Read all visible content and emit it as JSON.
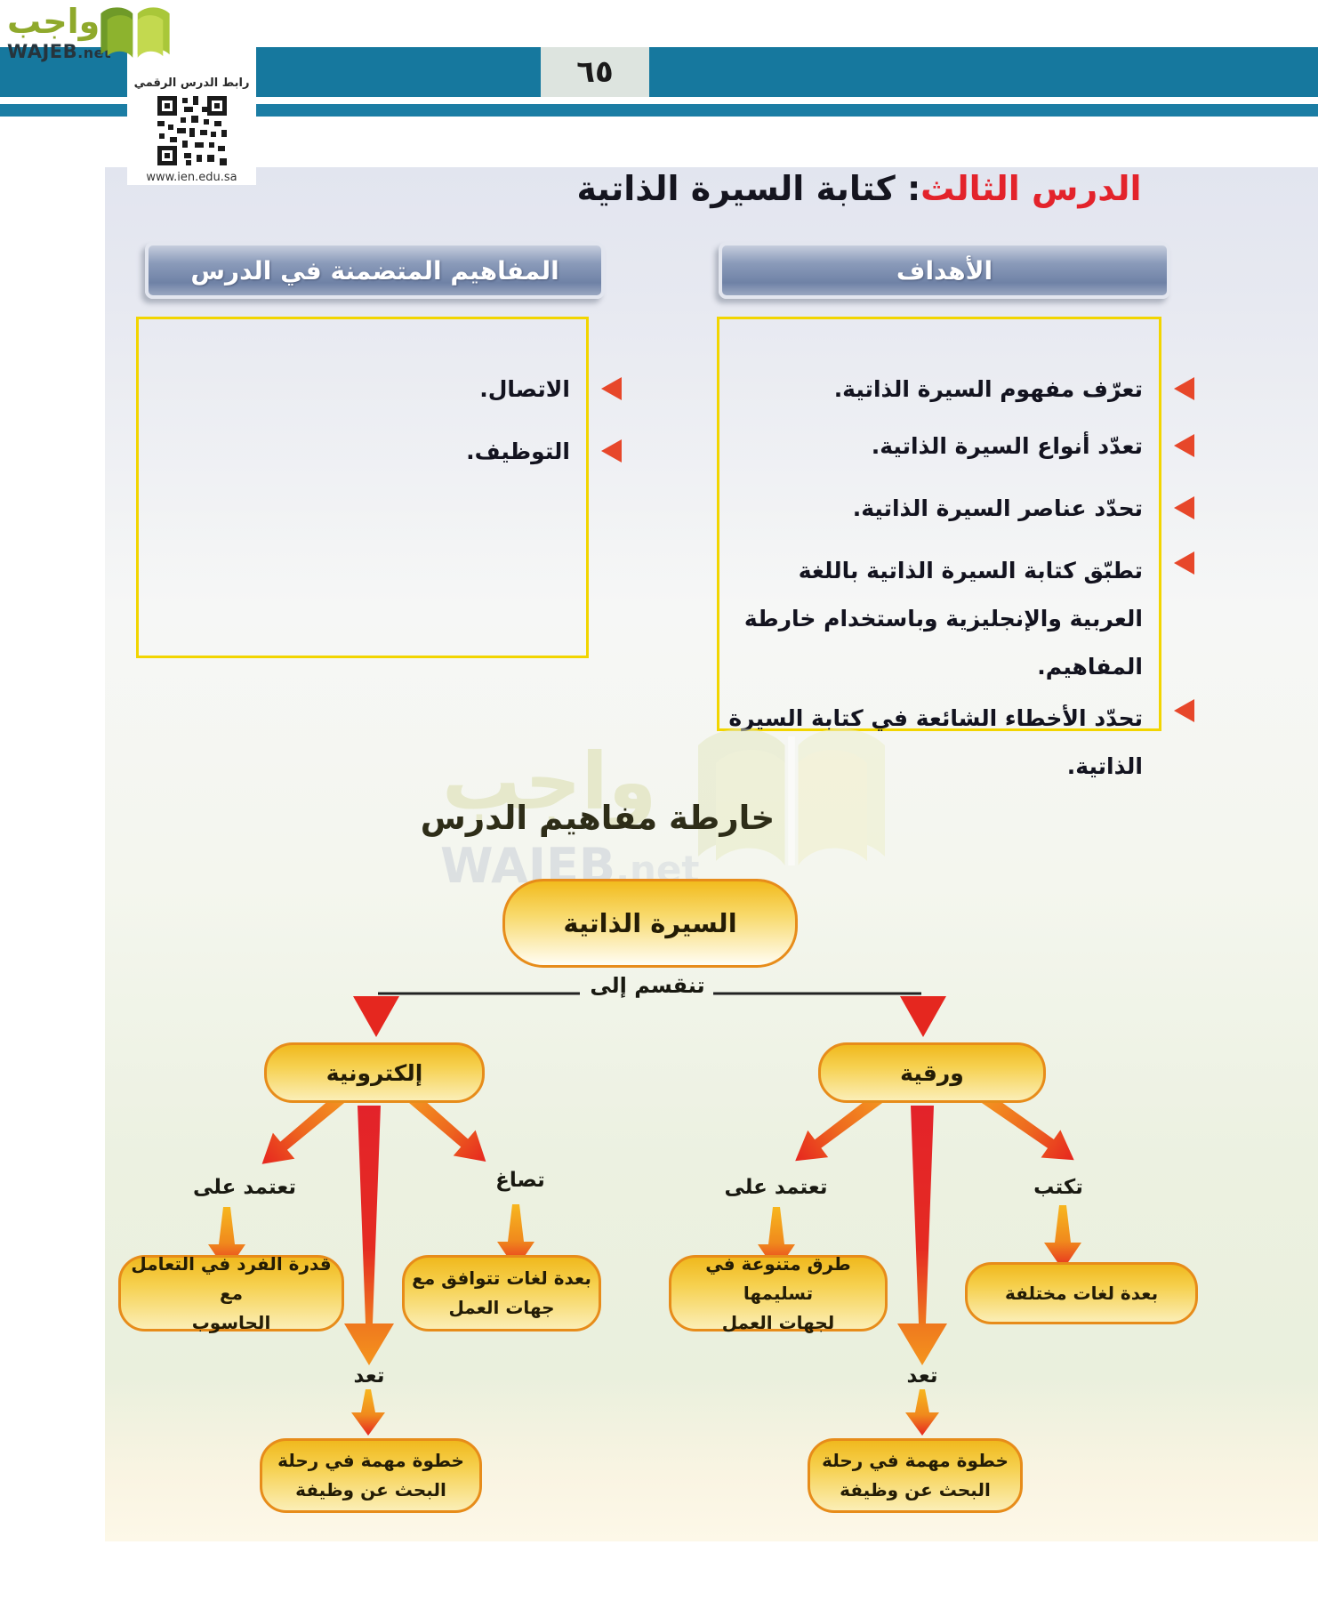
{
  "page_number": "٦٥",
  "brand": {
    "name_ar": "واجب",
    "name_en": "WAJEB",
    "tld": ".net"
  },
  "qr": {
    "label": "رابط الدرس الرقمي",
    "url": "www.ien.edu.sa"
  },
  "title": {
    "lesson": "الدرس الثالث",
    "rest": ": كتابة السيرة الذاتية"
  },
  "sections": {
    "objectives": {
      "header": "الأهداف",
      "items": [
        "تعرّف مفهوم السيرة الذاتية.",
        "تعدّد أنواع السيرة الذاتية.",
        "تحدّد عناصر السيرة الذاتية.",
        "تطبّق كتابة السيرة الذاتية باللغة العربية والإنجليزية وباستخدام خارطة المفاهيم.",
        "تحدّد الأخطاء الشائعة في كتابة السيرة الذاتية."
      ]
    },
    "concepts": {
      "header": "المفاهيم المتضمنة في الدرس",
      "items": [
        "الاتصال.",
        "التوظيف."
      ]
    }
  },
  "map": {
    "title": "خارطة مفاهيم الدرس",
    "root": "السيرة الذاتية",
    "split_label": "تنقسم إلى",
    "electronic": {
      "label": "إلكترونية",
      "relations": [
        {
          "label": "تعتمد على",
          "node": "قدرة الفرد في التعامل مع\nالحاسوب"
        },
        {
          "label": "تصاغ",
          "node": "بعدة لغات تتوافق مع\nجهات العمل"
        },
        {
          "label": "تعد",
          "node": "خطوة مهمة في رحلة\nالبحث عن وظيفة"
        }
      ]
    },
    "paper": {
      "label": "ورقية",
      "relations": [
        {
          "label": "تعتمد على",
          "node": "طرق متنوعة في تسليمها\nلجهات العمل"
        },
        {
          "label": "تكتب",
          "node": "بعدة لغات مختلفة"
        },
        {
          "label": "تعد",
          "node": "خطوة مهمة في رحلة\nالبحث عن وظيفة"
        }
      ]
    }
  },
  "colors": {
    "teal_band": "#16789e",
    "accent_red": "#e3232b",
    "bullet_red": "#e7472a",
    "box_border_yellow": "#f2d500",
    "bar_blue": "#7d8fb0",
    "node_gold": "#f2bb1e",
    "node_border_orange": "#e78c1a",
    "logo_green": "#8fa92c"
  }
}
